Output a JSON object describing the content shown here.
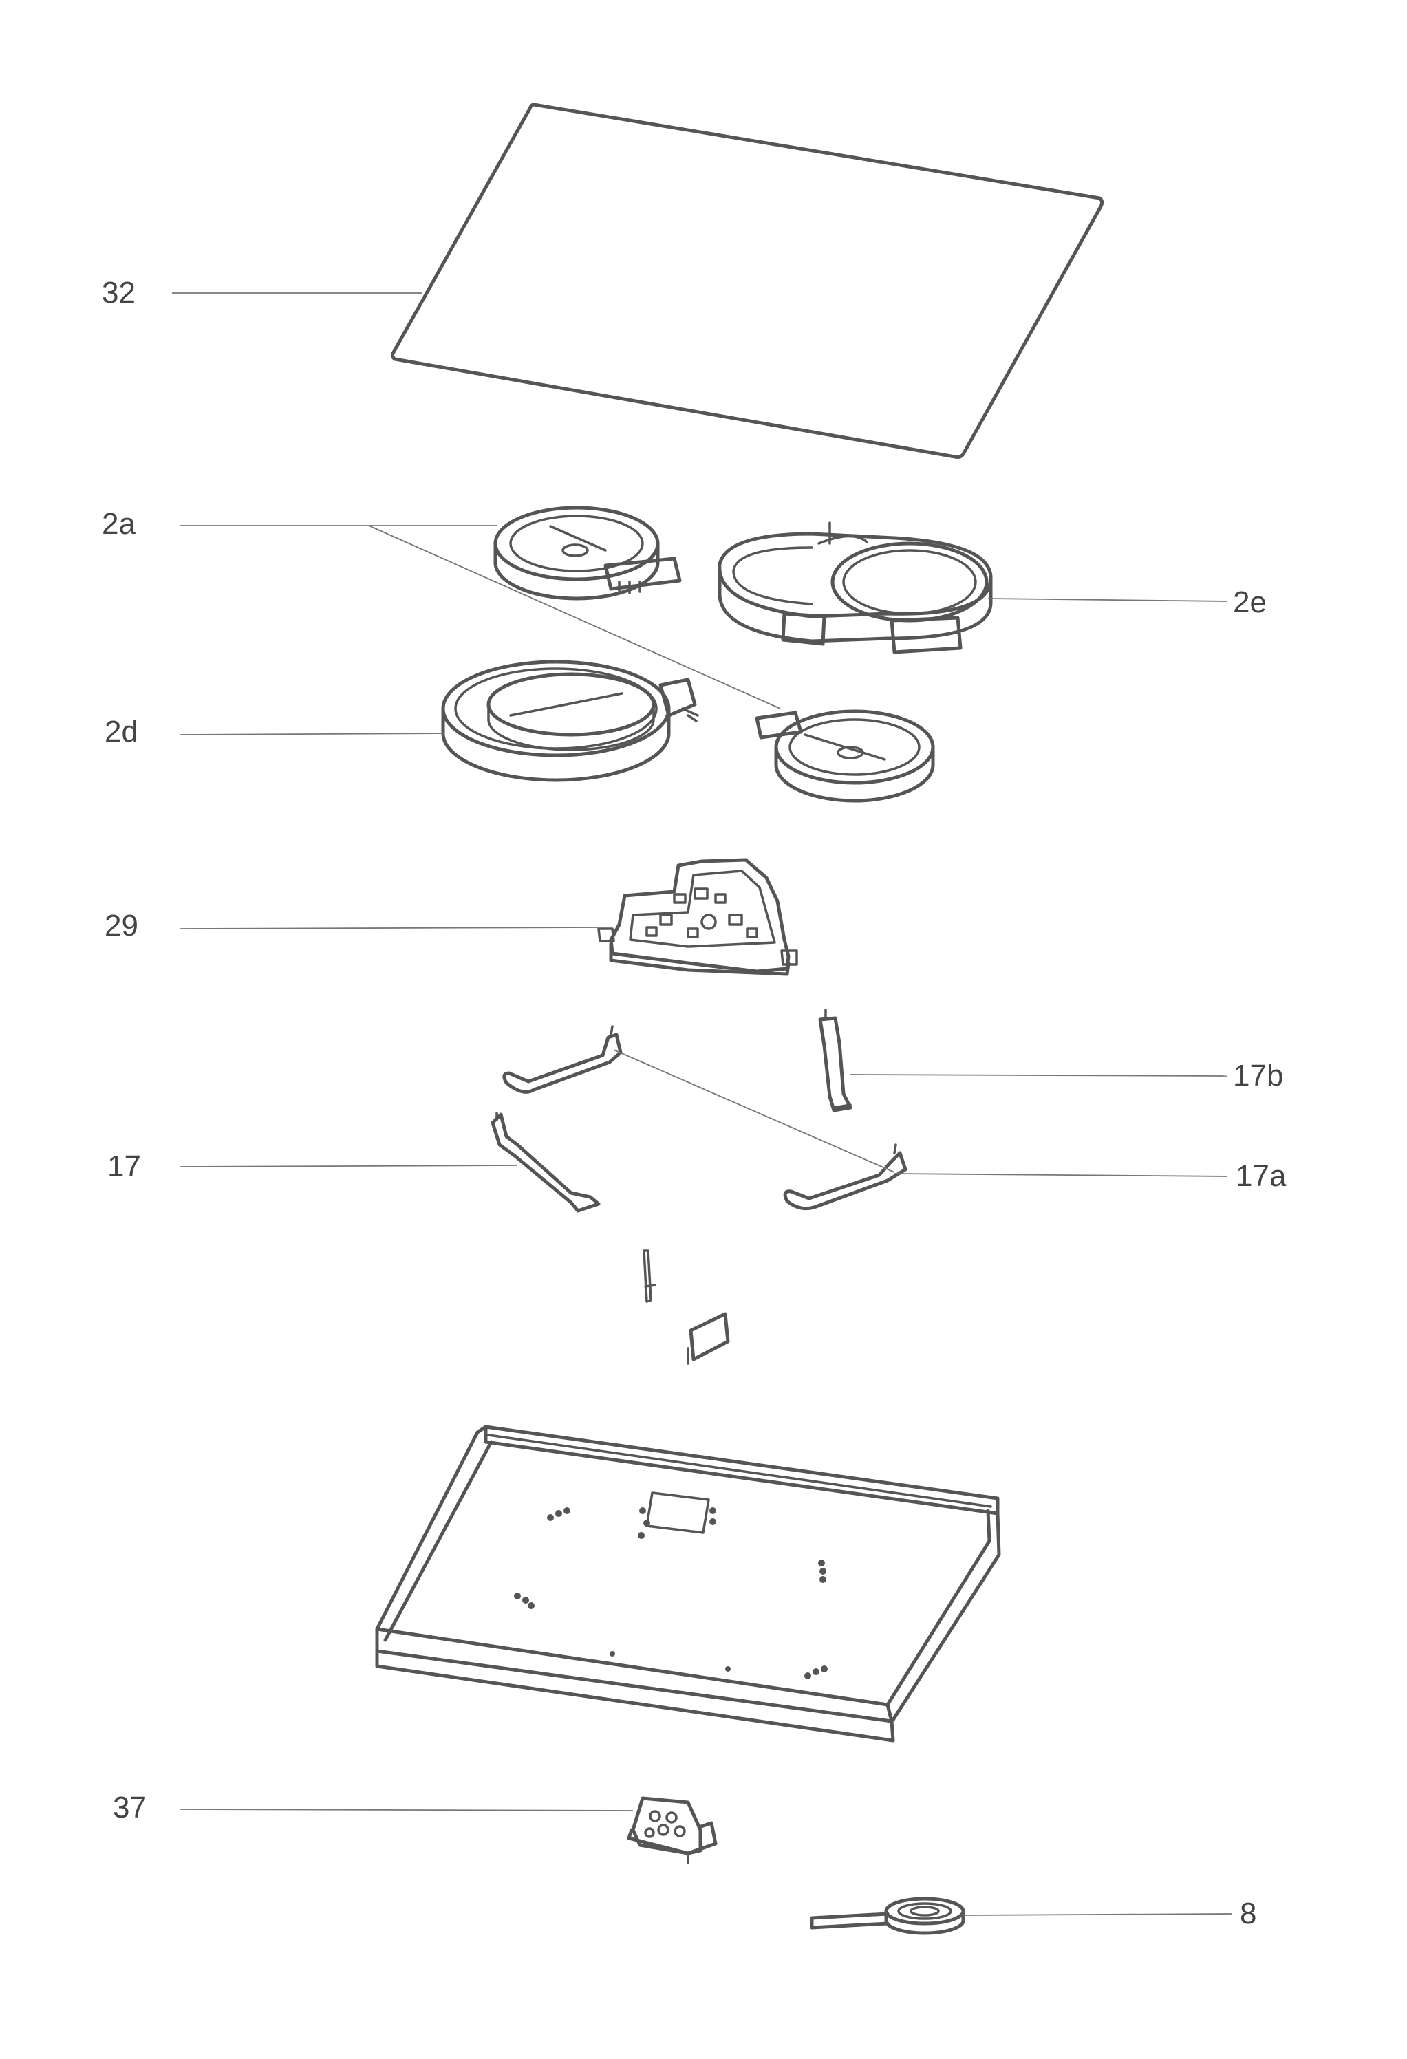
{
  "callouts": {
    "c32": "32",
    "c2a": "2a",
    "c2e": "2e",
    "c2d": "2d",
    "c29": "29",
    "c17b": "17b",
    "c17": "17",
    "c17a": "17a",
    "c37": "37",
    "c8": "8"
  },
  "colors": {
    "line": "#555555",
    "leader": "#777777",
    "text": "#444444",
    "background": "#ffffff"
  }
}
